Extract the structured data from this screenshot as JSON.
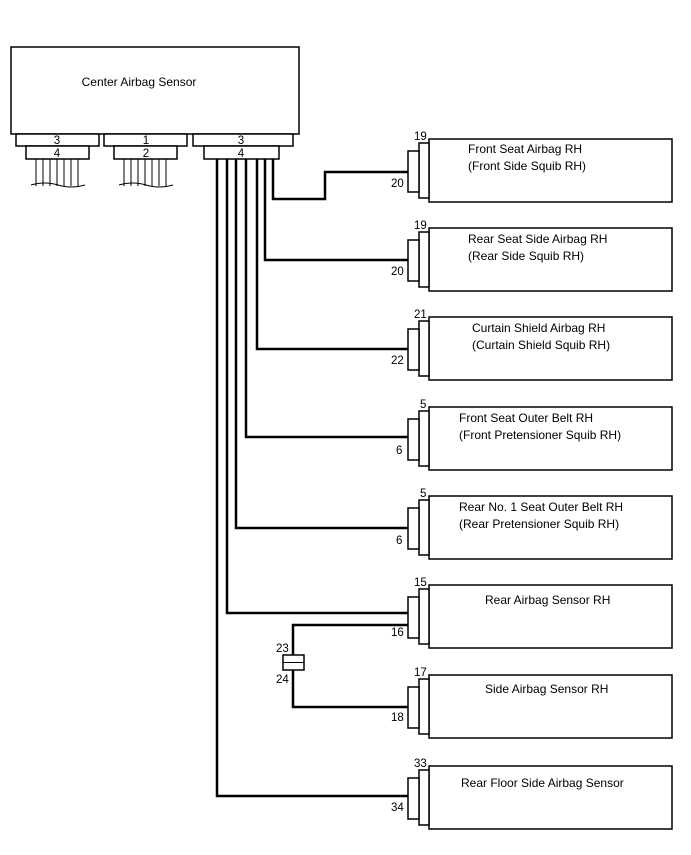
{
  "center": {
    "title": "Center Airbag Sensor",
    "connectors": [
      {
        "top": "3",
        "bottom": "4"
      },
      {
        "top": "1",
        "bottom": "2"
      },
      {
        "top": "3",
        "bottom": "4"
      }
    ]
  },
  "components": [
    {
      "line1": "Front Seat Airbag RH",
      "line2": "(Front Side Squib RH)",
      "pin_top": "19",
      "pin_bottom": "20"
    },
    {
      "line1": "Rear Seat Side Airbag RH",
      "line2": "(Rear Side Squib RH)",
      "pin_top": "19",
      "pin_bottom": "20"
    },
    {
      "line1": "Curtain Shield Airbag RH",
      "line2": "(Curtain Shield Squib RH)",
      "pin_top": "21",
      "pin_bottom": "22"
    },
    {
      "line1": "Front Seat Outer Belt RH",
      "line2": "(Front Pretensioner Squib RH)",
      "pin_top": "5",
      "pin_bottom": "6"
    },
    {
      "line1": "Rear No. 1 Seat Outer Belt RH",
      "line2": "(Rear Pretensioner Squib RH)",
      "pin_top": "5",
      "pin_bottom": "6"
    },
    {
      "line1": "Rear Airbag Sensor RH",
      "line2": "",
      "pin_top": "15",
      "pin_bottom": "16"
    },
    {
      "line1": "Side Airbag Sensor RH",
      "line2": "",
      "pin_top": "17",
      "pin_bottom": "18"
    },
    {
      "line1": "Rear Floor Side Airbag Sensor",
      "line2": "",
      "pin_top": "33",
      "pin_bottom": "34"
    }
  ],
  "junction": {
    "pin_top": "23",
    "pin_bottom": "24"
  }
}
